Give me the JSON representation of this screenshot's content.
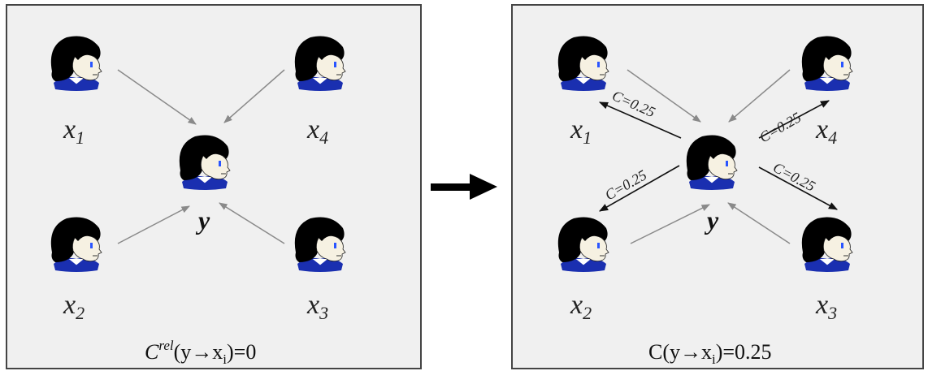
{
  "left_panel": {
    "labels": {
      "x1": {
        "base": "x",
        "sub": "1"
      },
      "x2": {
        "base": "x",
        "sub": "2"
      },
      "x3": {
        "base": "x",
        "sub": "3"
      },
      "x4": {
        "base": "x",
        "sub": "4"
      },
      "y": "y"
    },
    "caption": {
      "pre": "C",
      "sup": "rel",
      "mid": "(y→x",
      "sub": "i",
      "post": ")=0"
    }
  },
  "right_panel": {
    "labels": {
      "x1": {
        "base": "x",
        "sub": "1"
      },
      "x2": {
        "base": "x",
        "sub": "2"
      },
      "x3": {
        "base": "x",
        "sub": "3"
      },
      "x4": {
        "base": "x",
        "sub": "4"
      },
      "y": "y"
    },
    "edge_labels": {
      "to_x1": "C=0.25",
      "to_x2": "C=0.25",
      "to_x3": "C=0.25",
      "to_x4": "C=0.25"
    },
    "caption": {
      "pre": "C(y→x",
      "sub": "i",
      "post": ")=0.25"
    }
  },
  "colors": {
    "panel_fill": "#f0f0f0",
    "panel_border": "#444444",
    "gray_arrow": "#8a8a8a",
    "black_arrow": "#111111",
    "hair": "#000000",
    "skin": "#f6f1e2",
    "shirt": "#1a2fb0",
    "eye": "#2a55ff"
  },
  "icons": [
    "person-icon",
    "transition-arrow-icon"
  ]
}
